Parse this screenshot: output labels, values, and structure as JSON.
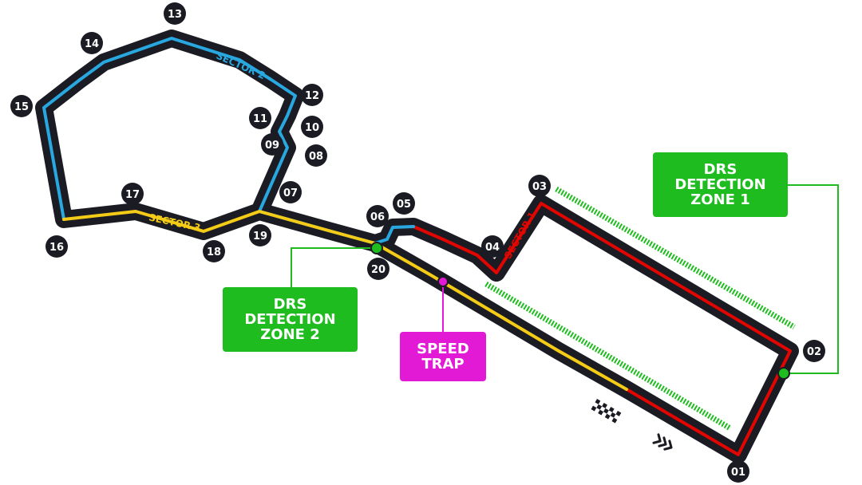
{
  "colors": {
    "track": "#1b1b24",
    "sector1": "#e10600",
    "sector2": "#29a8e0",
    "sector3": "#f4cc17",
    "drs_box": "#1fbc1f",
    "drs_zone": "#1fbc1f",
    "speed_trap": "#e21ad6",
    "turn_marker": "#1b1b24"
  },
  "sectors": {
    "s1": "SECTOR 1",
    "s2": "SECTOR 2",
    "s3": "SECTOR 3"
  },
  "turns": [
    "01",
    "02",
    "03",
    "04",
    "05",
    "06",
    "07",
    "08",
    "09",
    "10",
    "11",
    "12",
    "13",
    "14",
    "15",
    "16",
    "17",
    "18",
    "19",
    "20"
  ],
  "drs_detection_1": {
    "line1": "DRS",
    "line2": "DETECTION",
    "line3": "ZONE 1"
  },
  "drs_detection_2": {
    "line1": "DRS",
    "line2": "DETECTION",
    "line3": "ZONE 2"
  },
  "speed_trap": {
    "line1": "SPEED",
    "line2": "TRAP"
  },
  "icons": {
    "start_finish": "checkered-flag-icon",
    "direction": "direction-chevrons-icon"
  }
}
